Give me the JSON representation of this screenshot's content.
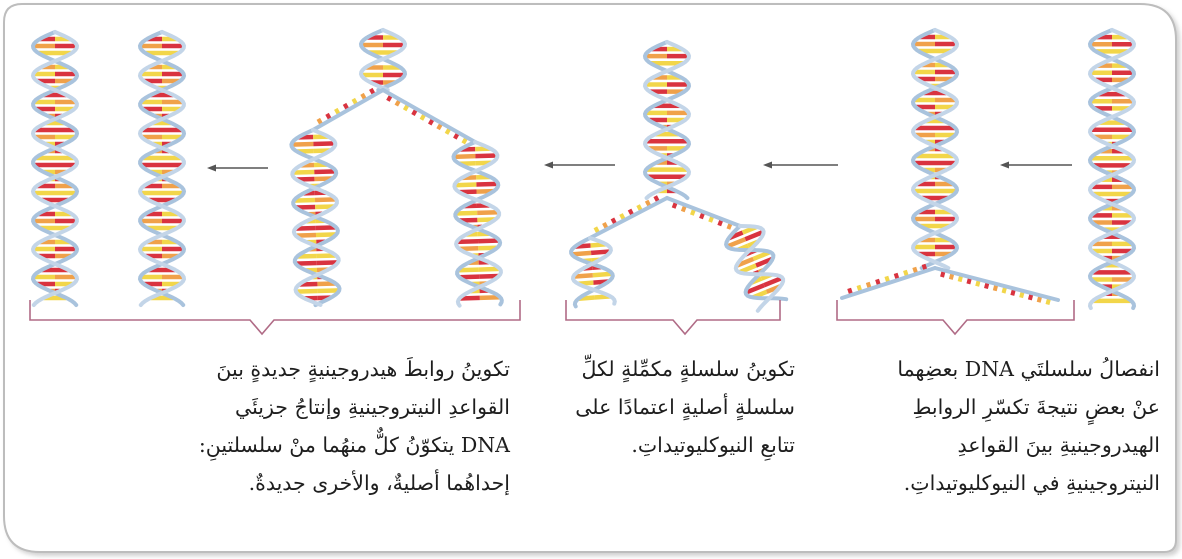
{
  "captions": [
    {
      "id": "separation",
      "lines": [
        "انفصالُ سلسلتَي DNA بعضِهما",
        "عنْ بعضٍ نتيجةَ تكسّرِ الروابطِ",
        "الهيدروجينيةِ بينَ القواعدِ",
        "النيتروجينيةِ في النيوكليوتيداتِ."
      ]
    },
    {
      "id": "complementary",
      "lines": [
        "تكوينُ سلسلةٍ مكمِّلةٍ لكلِّ",
        "سلسلةٍ أصليةٍ اعتمادًا على",
        "تتابعِ النيوكليوتيداتِ."
      ]
    },
    {
      "id": "new-bonds",
      "lines": [
        "تكوينُ روابطَ هيدروجينيةٍ جديدةٍ بينَ",
        "القواعدِ النيتروجينيةِ وإنتاجُ جزيئَي",
        "DNA يتكوّنُ كلٌّ منهُما منْ سلسلتينِ:",
        "إحداهُما أصليةٌ، والأخرى جديدةٌ."
      ]
    }
  ],
  "colors": {
    "backbone": "#a9c3dd",
    "base_yellow": "#f2d64a",
    "base_red": "#d9333f",
    "base_orange": "#f0a14a",
    "bracket": "#b06b86",
    "frame": "#b9b9b9"
  }
}
